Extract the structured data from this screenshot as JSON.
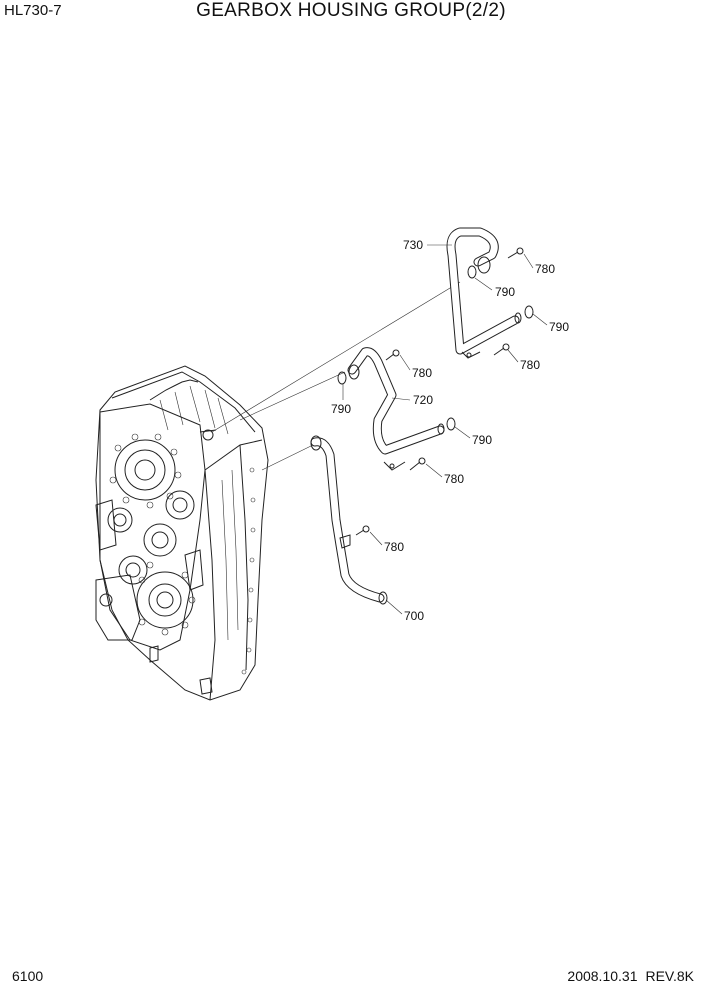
{
  "header": {
    "model": "HL730-7",
    "title": "GEARBOX HOUSING GROUP(2/2)"
  },
  "footer": {
    "page": "6100",
    "date": "2008.10.31",
    "revision": "REV.8K"
  },
  "callouts": [
    "730",
    "780",
    "790",
    "790",
    "780",
    "780",
    "790",
    "720",
    "790",
    "780",
    "780",
    "700"
  ]
}
